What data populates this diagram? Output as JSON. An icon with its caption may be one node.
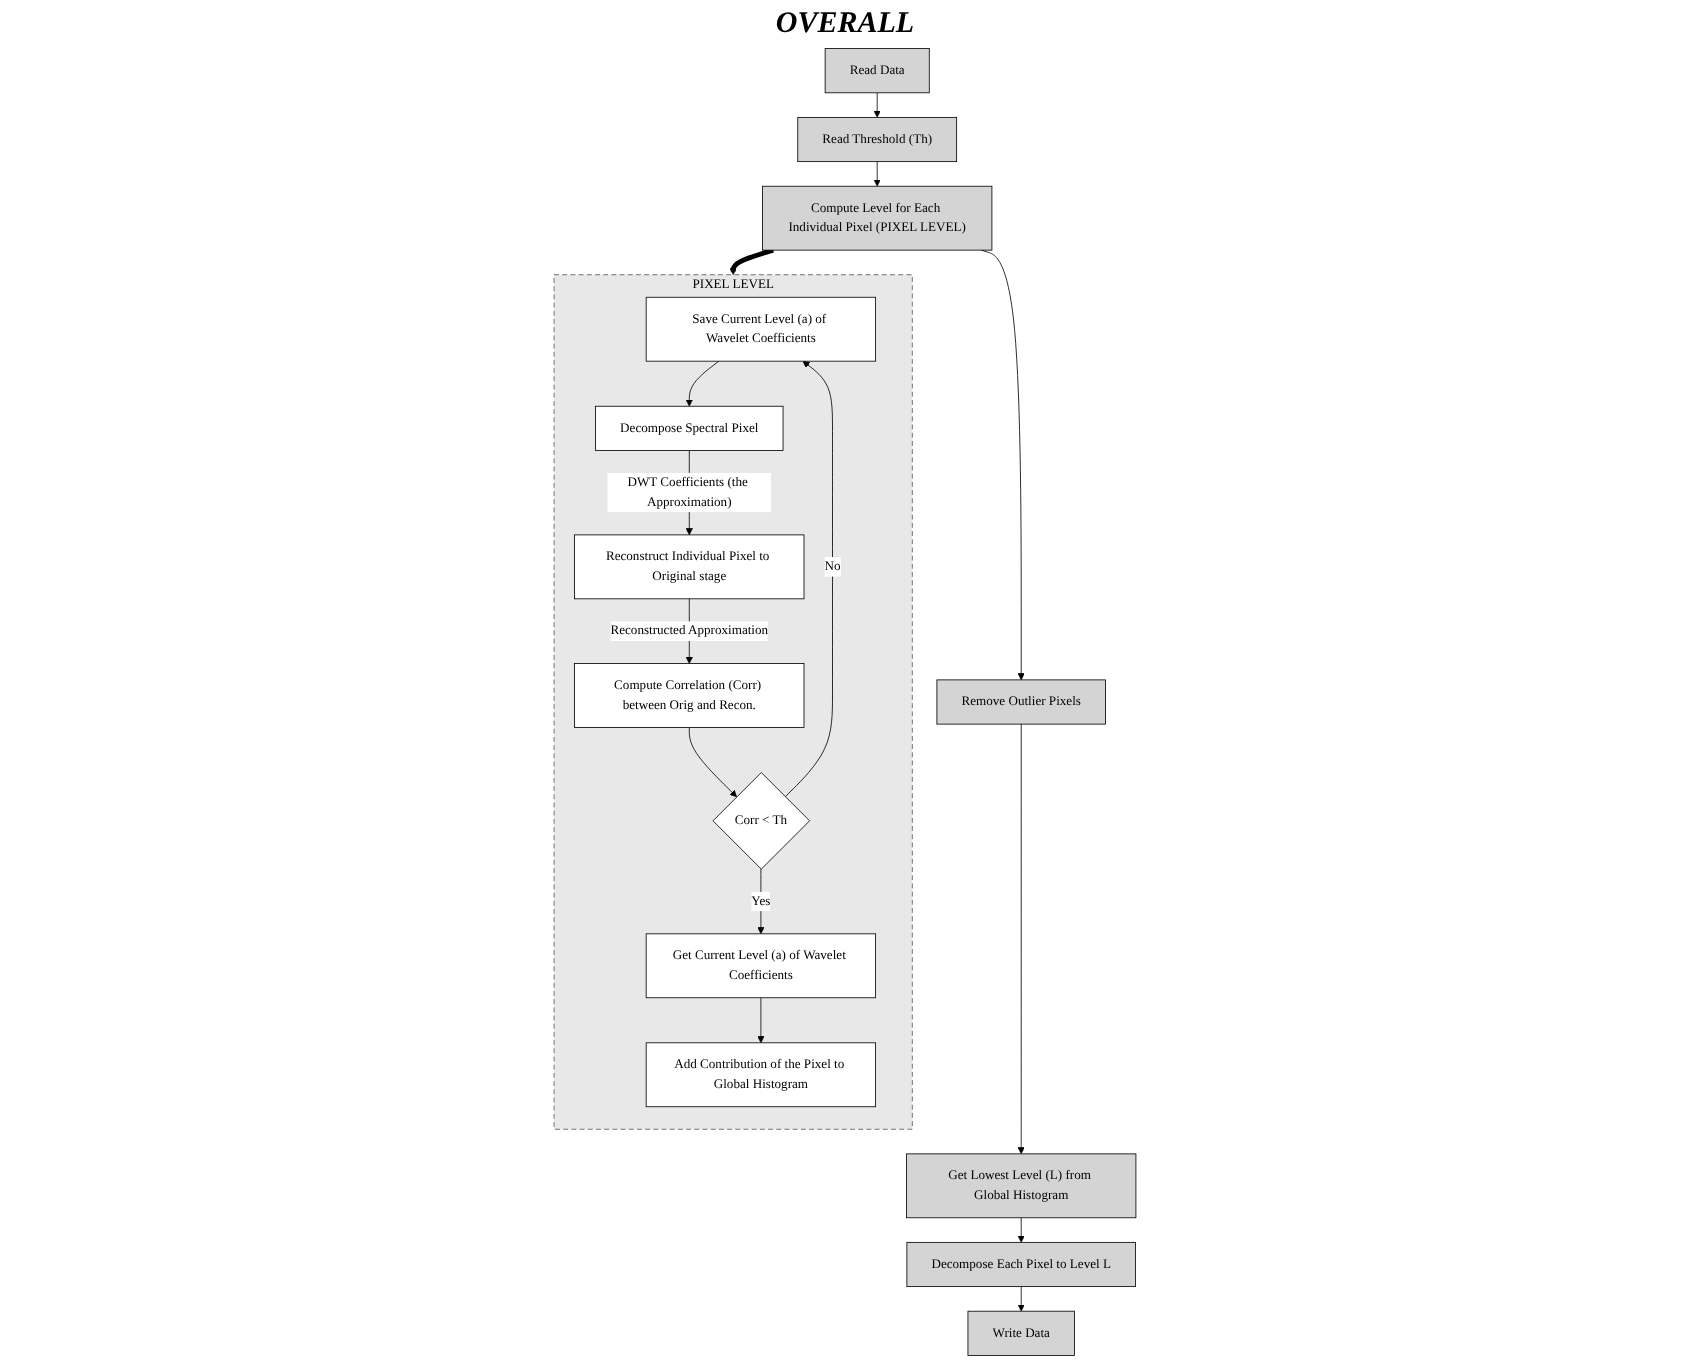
{
  "diagram": {
    "nodes": [
      {
        "text": [
          "Read Data"
        ]
      },
      {
        "text": [
          "Read Threshold (Th)"
        ]
      },
      {
        "text": [
          "Compute Level for Each Individual Pixel (PIXEL LEVEL)"
        ]
      },
      {
        "text": [
          "Remove Outlier Pixels"
        ]
      },
      {
        "text": [
          "Get Lowest Level (L) from Global Histogram"
        ]
      },
      {
        "text": [
          "Decompose Each Pixel to Level L"
        ]
      },
      {
        "text": [
          "Write Data"
        ]
      },
      {
        "text": [
          "PIXEL LEVEL"
        ]
      },
      {
        "text": [
          "Save Current Level (a) of Wavelet Coefficients"
        ],
        "in": 7
      },
      {
        "text": [
          "Decompose Spectral Pixel"
        ],
        "in": 7
      },
      {
        "text": [
          "Reconstruct Individual Pixel to Original stage"
        ],
        "in": 7
      },
      {
        "text": [
          "Compute Correlation (Corr) between Orig and Recon."
        ],
        "in": 7
      },
      {
        "text": [
          "Corr < Th"
        ],
        "in": 7
      },
      {
        "text": [
          "Get Current Level (a) of Wavelet Coefficients"
        ],
        "in": 7
      },
      {
        "text": [
          "Add Contribution of the Pixel to Global Histogram"
        ],
        "in": 7
      }
    ],
    "edges": [
      {
        "from": 0,
        "to": 1,
        "arrow": "to"
      },
      {
        "from": 1,
        "to": 2,
        "arrow": "to"
      },
      {
        "from": 2,
        "to": 3,
        "arrow": "to"
      },
      {
        "from": 3,
        "to": 4,
        "arrow": "to"
      },
      {
        "from": 4,
        "to": 5,
        "arrow": "to"
      },
      {
        "from": 5,
        "to": 6,
        "arrow": "to"
      },
      {
        "from": 2,
        "to": 7,
        "arrow": "to",
        "style": "thick"
      },
      {
        "from": 8,
        "to": 9,
        "arrow": "to"
      },
      {
        "from": 9,
        "to": 10,
        "arrow": "to",
        "label": "DWT Coefficients (the Approximation)"
      },
      {
        "from": 10,
        "to": 11,
        "arrow": "to",
        "label": "Reconstructed Approximation"
      },
      {
        "from": 11,
        "to": 12,
        "arrow": "to"
      },
      {
        "from": 12,
        "to": 13,
        "arrow": "to",
        "label": "Yes"
      },
      {
        "from": 12,
        "to": 8,
        "arrow": "to",
        "label": "No"
      },
      {
        "from": 13,
        "to": 14,
        "arrow": "to"
      }
    ],
    "labels": [
      "OVERALL"
    ]
  }
}
